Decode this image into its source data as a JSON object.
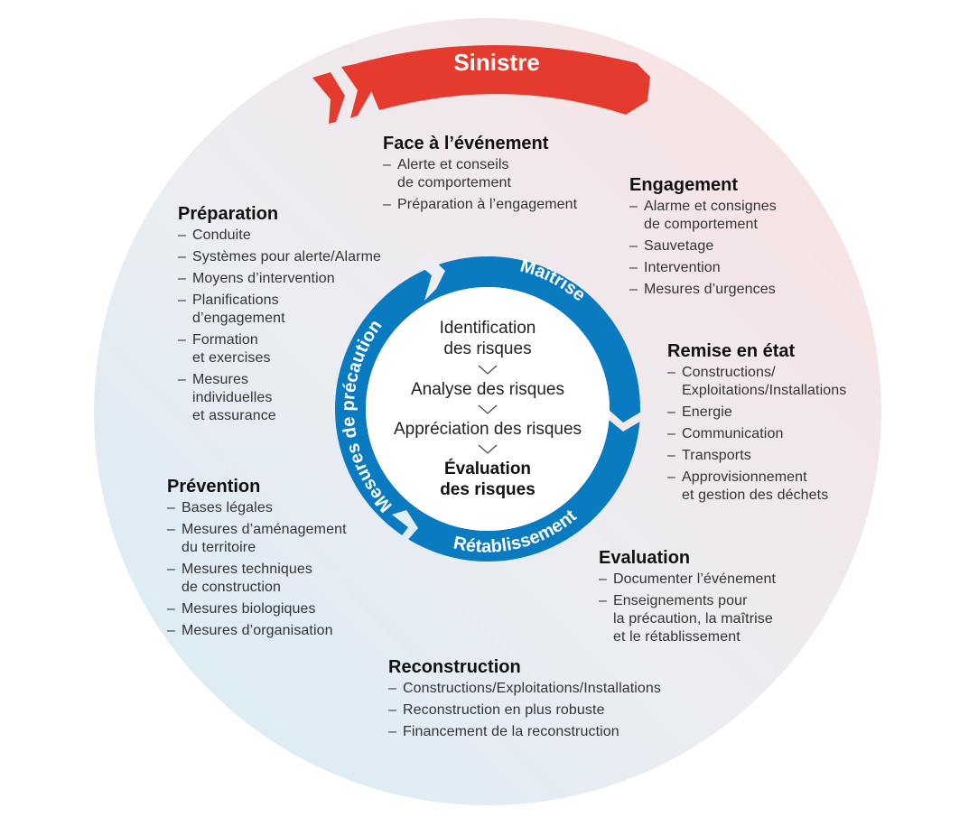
{
  "colors": {
    "banner_red": "#e53a2e",
    "ring_blue": "#0a7bc0",
    "bg_pink": "#f9e3e3",
    "bg_blue": "#dcedf6",
    "text_dark": "#111111"
  },
  "banner": {
    "label": "Sinistre"
  },
  "ring": {
    "segments": [
      {
        "label": "Maîtrise"
      },
      {
        "label": "Rétablissement"
      },
      {
        "label": "Mesures de précaution"
      }
    ]
  },
  "center": {
    "steps": [
      {
        "label": "Identification\ndes risques"
      },
      {
        "label": "Analyse des risques"
      },
      {
        "label": "Appréciation des risques"
      },
      {
        "label": "Évaluation\ndes risques"
      }
    ]
  },
  "sections": {
    "face_evenement": {
      "title": "Face à l’événement",
      "items": [
        "Alerte et conseils\nde comportement",
        "Préparation à l’engagement"
      ]
    },
    "engagement": {
      "title": "Engagement",
      "items": [
        "Alarme et consignes\nde comportement",
        "Sauvetage",
        "Intervention",
        "Mesures d’urgences"
      ]
    },
    "remise_en_etat": {
      "title": "Remise en état",
      "items": [
        "Constructions/\nExploitations/Installations",
        "Energie",
        "Communication",
        "Transports",
        "Approvisionnement\net gestion des déchets"
      ]
    },
    "evaluation": {
      "title": "Evaluation",
      "items": [
        "Documenter l’événement",
        "Enseignements pour\nla précaution, la maîtrise\net le rétablissement"
      ]
    },
    "reconstruction": {
      "title": "Reconstruction",
      "items": [
        "Constructions/Exploitations/Installations",
        "Reconstruction en plus robuste",
        "Financement de la reconstruction"
      ]
    },
    "prevention": {
      "title": "Prévention",
      "items": [
        "Bases légales",
        "Mesures d’aménagement\ndu territoire",
        "Mesures techniques\nde construction",
        "Mesures biologiques",
        "Mesures d’organisation"
      ]
    },
    "preparation": {
      "title": "Préparation",
      "items": [
        "Conduite",
        "Systèmes pour alerte/Alarme",
        "Moyens d’intervention",
        "Planifications\nd’engagement",
        "Formation\net exercises",
        "Mesures\nindividuelles\net assurance"
      ]
    }
  }
}
